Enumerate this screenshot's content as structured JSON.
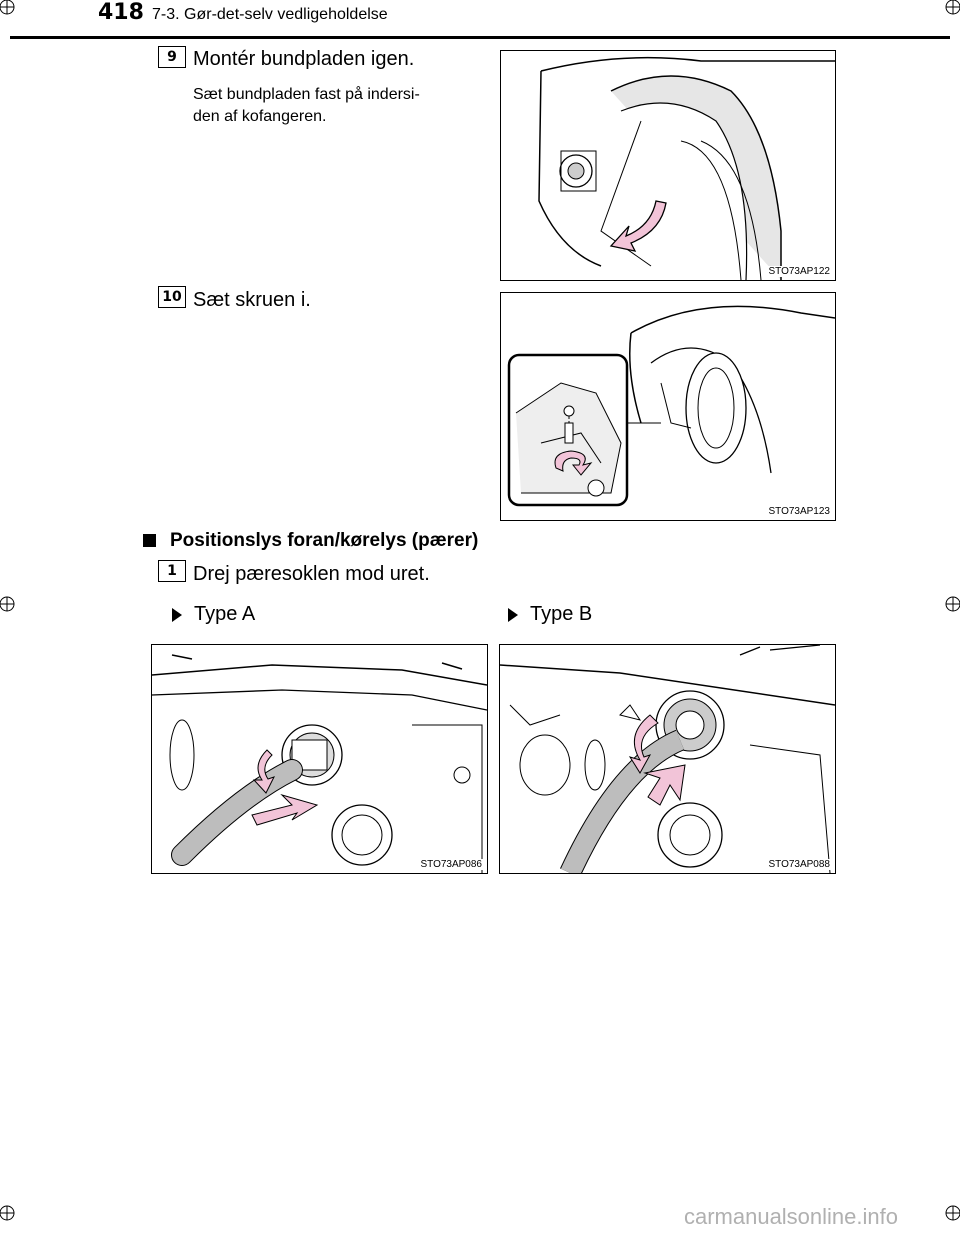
{
  "header": {
    "page_number": "418",
    "section_title": "7-3. Gør-det-selv vedligeholdelse"
  },
  "steps": [
    {
      "number": "9",
      "title": "Montér bundpladen igen.",
      "description": "Sæt bundpladen fast på indersi-den af kofangeren.",
      "desc_line1": "Sæt bundpladen fast på indersi-",
      "desc_line2": "den af kofangeren.",
      "figure_code": "STO73AP122"
    },
    {
      "number": "10",
      "title": "Sæt skruen i.",
      "figure_code": "STO73AP123"
    }
  ],
  "subsection": {
    "heading": "Positionslys foran/kørelys (pærer)",
    "step": {
      "number": "1",
      "title": "Drej pæresoklen mod uret."
    },
    "types": [
      {
        "label": "Type A",
        "figure_code": "STO73AP086"
      },
      {
        "label": "Type B",
        "figure_code": "STO73AP088"
      }
    ]
  },
  "watermark": "carmanualsonline.info",
  "colors": {
    "arrow_fill": "#f2c4d8",
    "arrow_stroke": "#000000",
    "cable_gray": "#bdbdbd"
  }
}
